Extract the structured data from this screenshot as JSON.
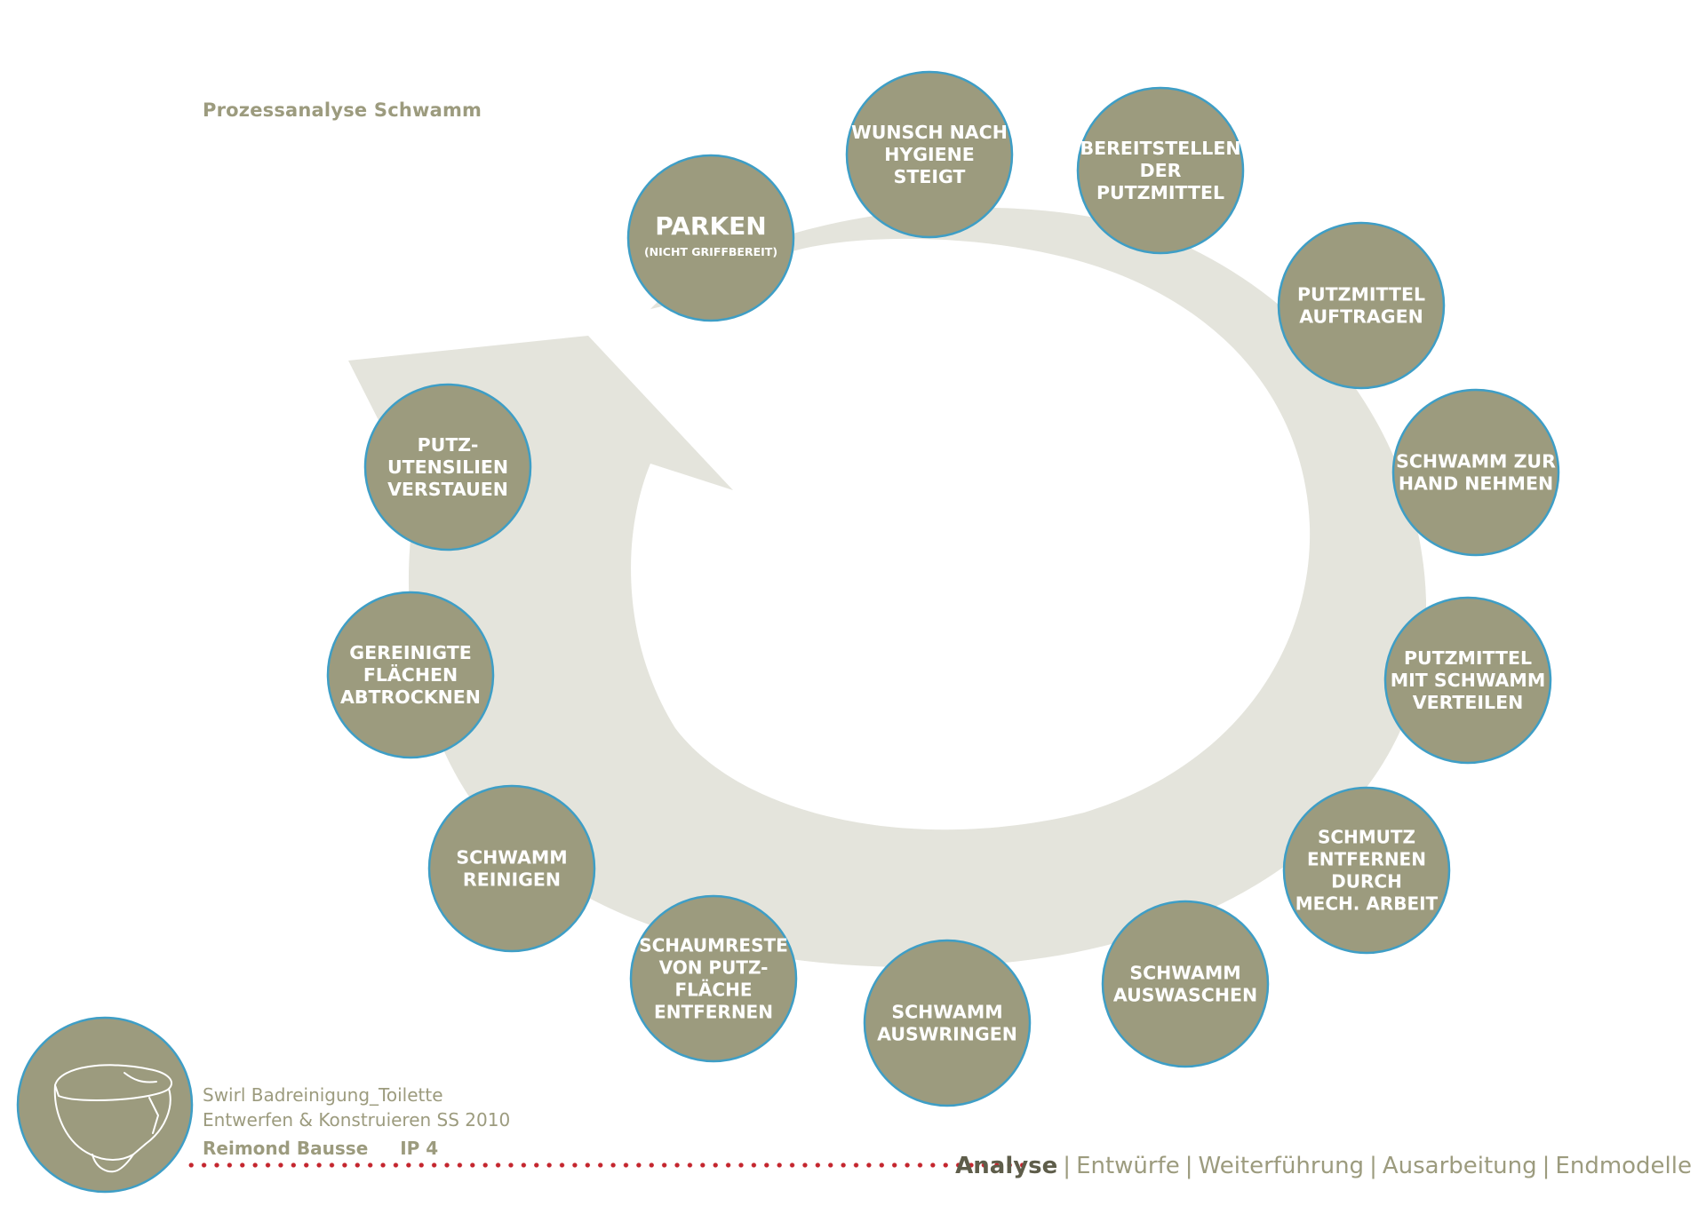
{
  "title": "Prozessanalyse Schwamm",
  "colors": {
    "circle_fill": "#9c9b7e",
    "circle_stroke": "#3e9ec6",
    "arrow_fill": "#e4e4dc",
    "dots": "#c4262e",
    "title_text": "#9c9b7e"
  },
  "steps": [
    {
      "lines": [
        "PARKEN"
      ],
      "sub": "(NICHT GRIFFBEREIT)"
    },
    {
      "lines": [
        "WUNSCH NACH",
        "HYGIENE",
        "STEIGT"
      ]
    },
    {
      "lines": [
        "BEREITSTELLEN",
        "DER",
        "PUTZMITTEL"
      ]
    },
    {
      "lines": [
        "PUTZMITTEL",
        "AUFTRAGEN"
      ]
    },
    {
      "lines": [
        "SCHWAMM ZUR",
        "HAND NEHMEN"
      ]
    },
    {
      "lines": [
        "PUTZMITTEL",
        "MIT SCHWAMM",
        "VERTEILEN"
      ]
    },
    {
      "lines": [
        "SCHMUTZ",
        "ENTFERNEN",
        "DURCH",
        "MECH. ARBEIT"
      ]
    },
    {
      "lines": [
        "SCHWAMM",
        "AUSWASCHEN"
      ]
    },
    {
      "lines": [
        "SCHWAMM",
        "AUSWRINGEN"
      ]
    },
    {
      "lines": [
        "SCHAUMRESTE",
        "VON PUTZ-",
        "FLÄCHE",
        "ENTFERNEN"
      ]
    },
    {
      "lines": [
        "SCHWAMM",
        "REINIGEN"
      ]
    },
    {
      "lines": [
        "GEREINIGTE",
        "FLÄCHEN",
        "ABTROCKNEN"
      ]
    },
    {
      "lines": [
        "PUTZ-",
        "UTENSILIEN",
        "VERSTAUEN"
      ]
    }
  ],
  "footer": {
    "project": "Swirl Badreinigung_Toilette",
    "course": "Entwerfen & Konstruieren SS 2010",
    "author": "Reimond Bausse",
    "ip": "IP 4",
    "logo_icon": "toilet-icon"
  },
  "nav": {
    "items": [
      "Analyse",
      "Entwürfe",
      "Weiterführung",
      "Ausarbeitung",
      "Endmodelle"
    ],
    "active": "Analyse",
    "separator": "|"
  }
}
